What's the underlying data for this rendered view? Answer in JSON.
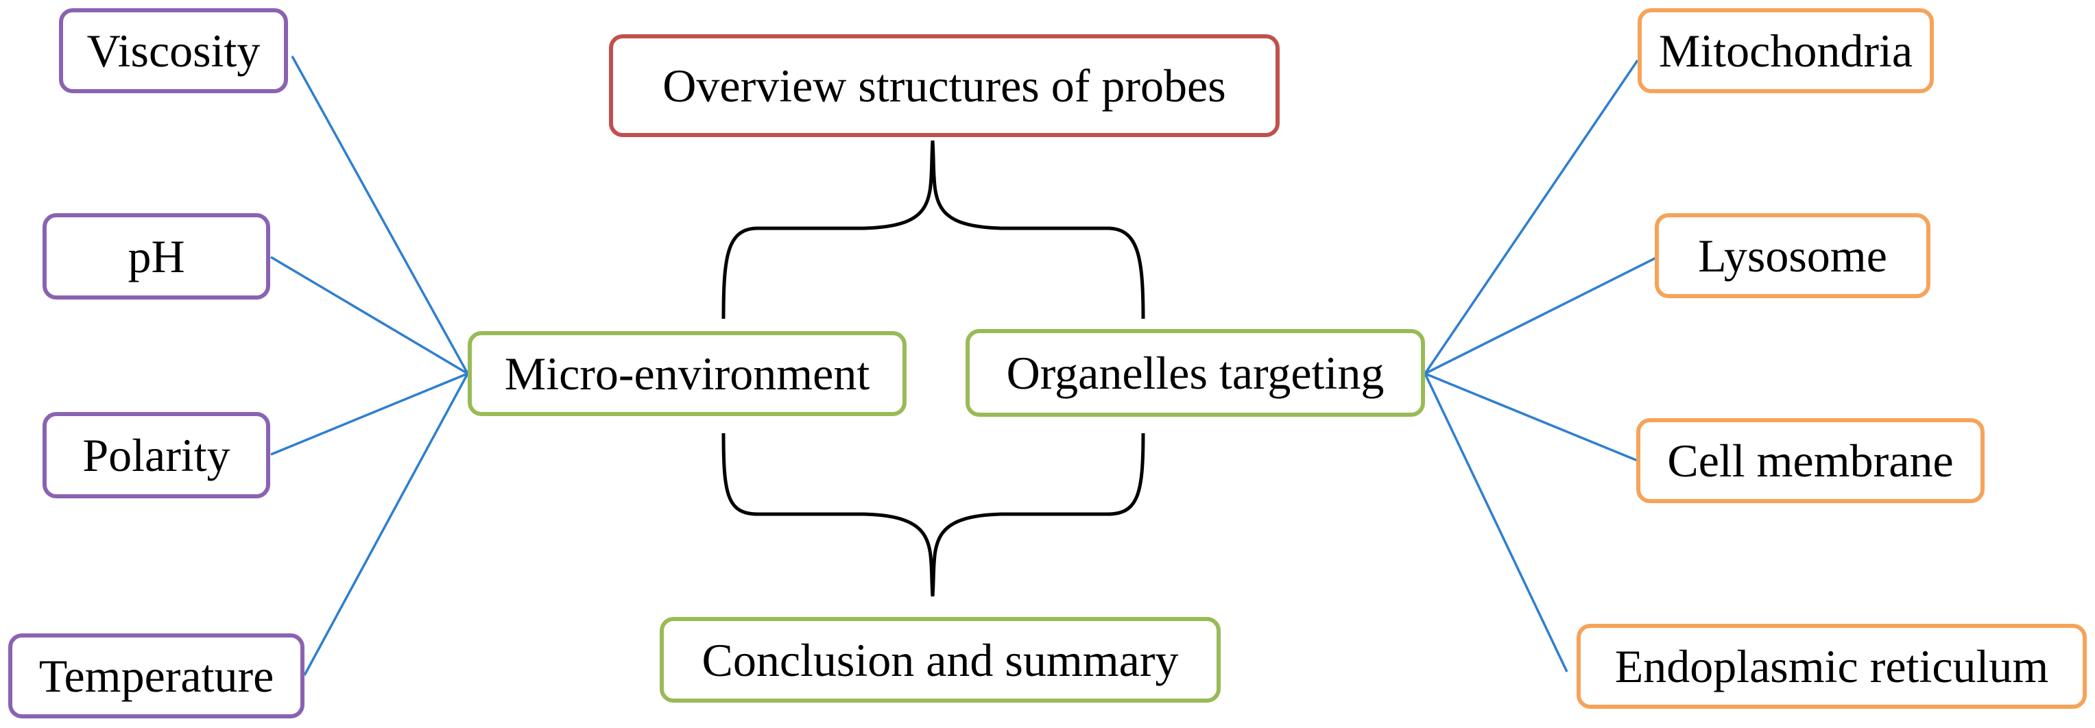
{
  "colors": {
    "root_border": "#c0504d",
    "category_border": "#98bb56",
    "microenvironment_leaf_border": "#8a62b2",
    "organelle_leaf_border": "#f6a35a",
    "connector_line": "#2f7fcf",
    "brace": "#000000"
  },
  "root": {
    "label": "Overview structures of probes"
  },
  "categories": {
    "micro_environment": {
      "label": "Micro-environment"
    },
    "organelles_targeting": {
      "label": "Organelles targeting"
    },
    "conclusion": {
      "label": "Conclusion and summary"
    }
  },
  "micro_environment_items": [
    {
      "label": "Viscosity"
    },
    {
      "label": "pH"
    },
    {
      "label": "Polarity"
    },
    {
      "label": "Temperature"
    }
  ],
  "organelle_items": [
    {
      "label": "Mitochondria"
    },
    {
      "label": "Lysosome"
    },
    {
      "label": "Cell membrane"
    },
    {
      "label": "Endoplasmic reticulum"
    }
  ]
}
